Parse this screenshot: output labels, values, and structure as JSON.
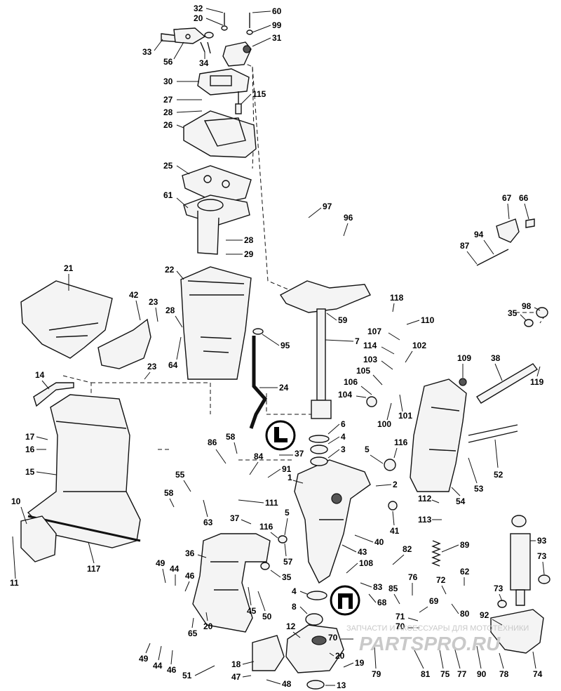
{
  "diagram": {
    "labels": [
      "32",
      "20",
      "60",
      "99",
      "33",
      "56",
      "34",
      "31",
      "30",
      "27",
      "115",
      "28",
      "26",
      "25",
      "61",
      "28",
      "29",
      "22",
      "21",
      "42",
      "23",
      "28",
      "64",
      "95",
      "23",
      "24",
      "14",
      "97",
      "96",
      "67",
      "66",
      "94",
      "87",
      "59",
      "118",
      "110",
      "107",
      "114",
      "102",
      "103",
      "105",
      "106",
      "104",
      "100",
      "101",
      "109",
      "38",
      "98",
      "35",
      "119",
      "7",
      "6",
      "4",
      "3",
      "5",
      "116",
      "86",
      "58",
      "84",
      "37",
      "91",
      "17",
      "16",
      "15",
      "55",
      "1",
      "2",
      "52",
      "53",
      "58",
      "63",
      "111",
      "112",
      "54",
      "113",
      "41",
      "10",
      "37",
      "116",
      "5",
      "40",
      "43",
      "89",
      "93",
      "73",
      "11",
      "117",
      "36",
      "57",
      "49",
      "44",
      "46",
      "35",
      "108",
      "82",
      "62",
      "73",
      "72",
      "76",
      "4",
      "83",
      "85",
      "68",
      "69",
      "80",
      "8",
      "45",
      "50",
      "71",
      "70",
      "92",
      "65",
      "20",
      "12",
      "70",
      "20",
      "79",
      "81",
      "75",
      "77",
      "90",
      "78",
      "74",
      "49",
      "44",
      "46",
      "51",
      "18",
      "19",
      "47",
      "48",
      "13"
    ]
  },
  "watermark": {
    "line1": "ЗАПЧАСТИ И АКСЕССУАРЫ ДЛЯ МОТОТЕХНИКИ",
    "line2": "PARTSPRO.RU"
  }
}
